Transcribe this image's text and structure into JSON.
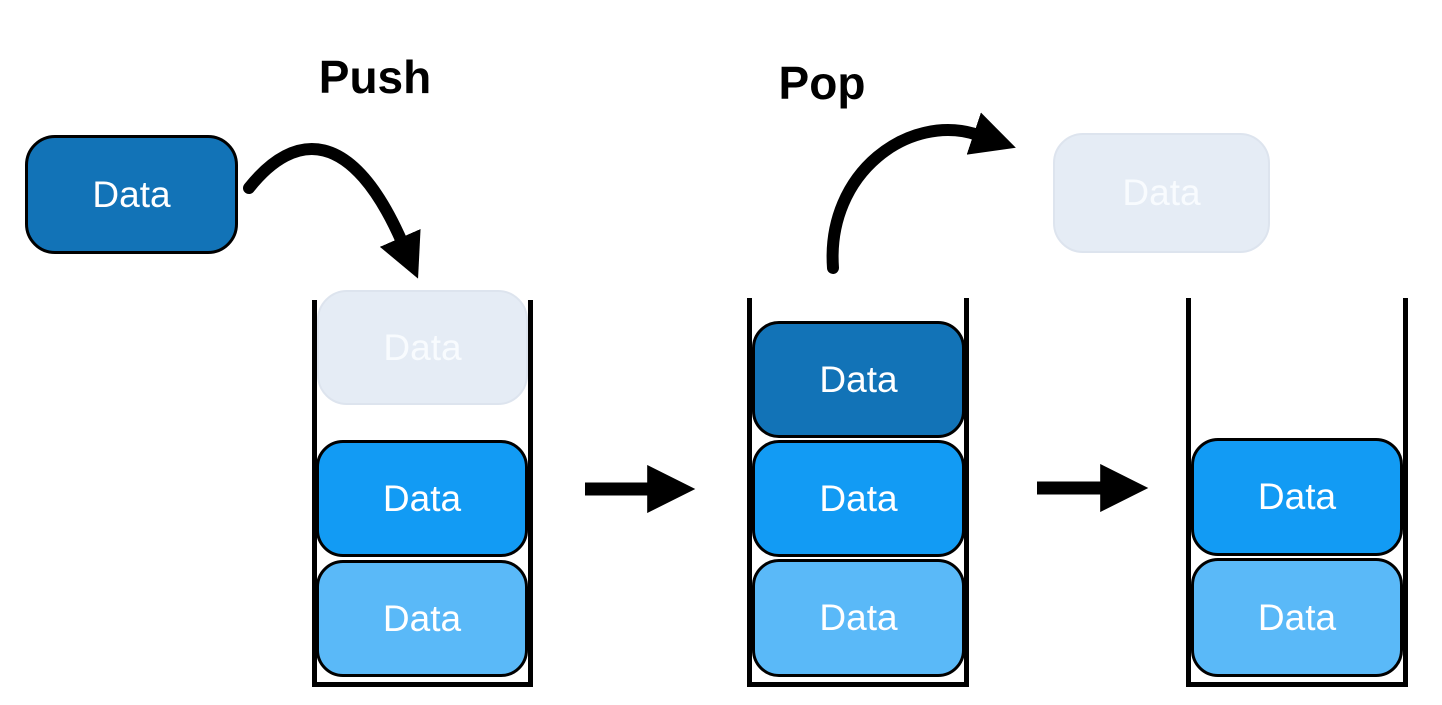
{
  "diagram": {
    "description": "Stack data structure: push and pop operations",
    "labels": {
      "push": "Push",
      "pop": "Pop"
    },
    "incoming_box": {
      "label": "Data",
      "variant": "dark"
    },
    "pop_result_box": {
      "label": "Data",
      "variant": "ghost"
    },
    "stacks": [
      {
        "name": "stack-during-push",
        "slots": [
          {
            "label": "Data",
            "variant": "ghost"
          },
          {
            "label": "Data",
            "variant": "medium"
          },
          {
            "label": "Data",
            "variant": "light"
          }
        ]
      },
      {
        "name": "stack-after-push",
        "slots": [
          {
            "label": "Data",
            "variant": "dark"
          },
          {
            "label": "Data",
            "variant": "medium"
          },
          {
            "label": "Data",
            "variant": "light"
          }
        ]
      },
      {
        "name": "stack-after-pop",
        "slots": [
          {
            "label": "Data",
            "variant": "medium"
          },
          {
            "label": "Data",
            "variant": "light"
          }
        ]
      }
    ],
    "colors": {
      "dark_blue": "#1273b7",
      "medium_blue": "#129bf4",
      "light_blue": "#5ab9f8",
      "ghost_fill": "#e5ecf5",
      "ghost_text": "#f8fbfe",
      "arrow_black": "#000000",
      "background": "#ffffff"
    }
  }
}
